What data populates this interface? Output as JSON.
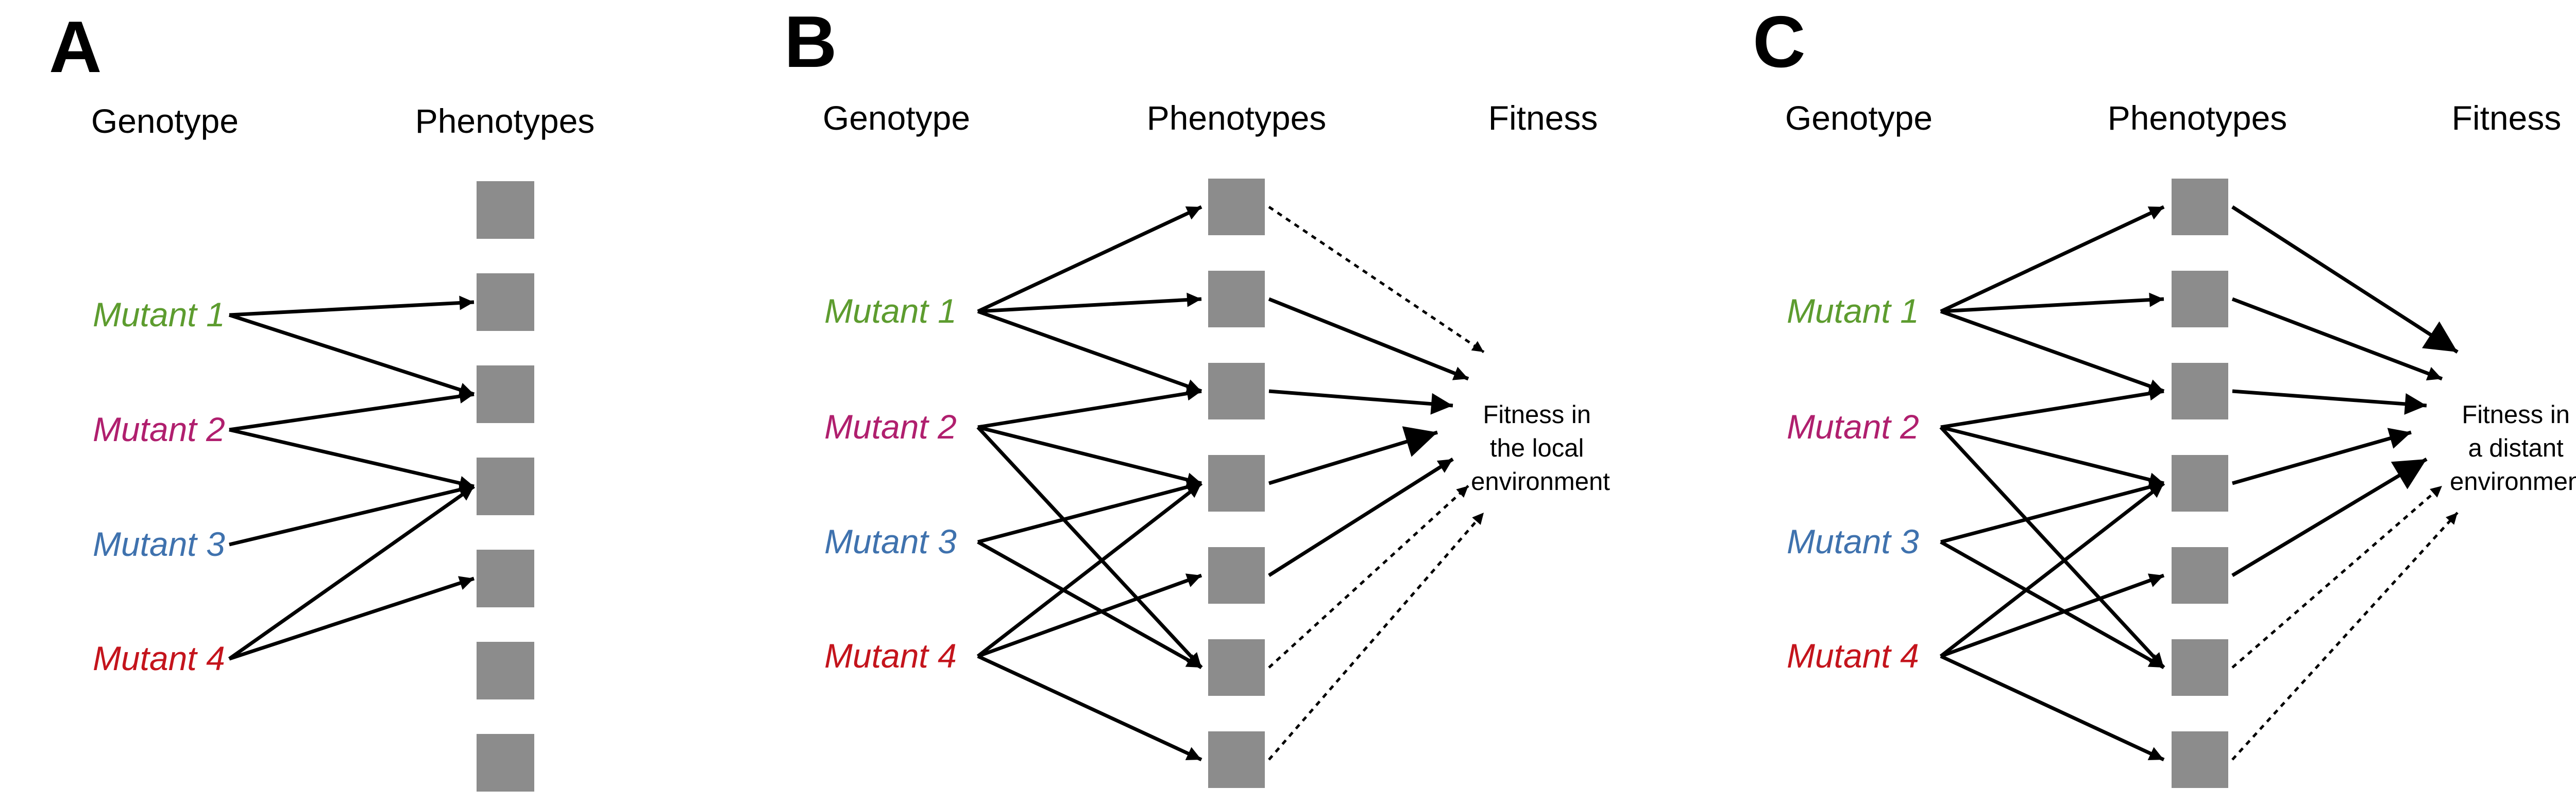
{
  "colors": {
    "mutant1": "#5d9c2f",
    "mutant2": "#b01f6e",
    "mutant3": "#3f72ae",
    "mutant4": "#c4141c",
    "phenotype_box": "#8c8c8c",
    "arrow": "#000000"
  },
  "panels": [
    {
      "letter": "A",
      "headers": {
        "genotype": "Genotype",
        "phenotypes": "Phenotypes"
      },
      "mutants": [
        "Mutant 1",
        "Mutant 2",
        "Mutant 3",
        "Mutant 4"
      ],
      "phenotype_count": 7,
      "edges": [
        [
          0,
          1
        ],
        [
          0,
          2
        ],
        [
          1,
          2
        ],
        [
          1,
          3
        ],
        [
          2,
          3
        ],
        [
          3,
          3
        ],
        [
          3,
          4
        ]
      ]
    },
    {
      "letter": "B",
      "headers": {
        "genotype": "Genotype",
        "phenotypes": "Phenotypes",
        "fitness": "Fitness"
      },
      "mutants": [
        "Mutant 1",
        "Mutant 2",
        "Mutant 3",
        "Mutant 4"
      ],
      "phenotype_count": 7,
      "edges": [
        [
          0,
          0
        ],
        [
          0,
          1
        ],
        [
          0,
          2
        ],
        [
          1,
          2
        ],
        [
          1,
          3
        ],
        [
          1,
          5
        ],
        [
          2,
          3
        ],
        [
          2,
          5
        ],
        [
          3,
          3
        ],
        [
          3,
          4
        ],
        [
          3,
          6
        ]
      ],
      "fitness_label": [
        "Fitness in",
        "the local",
        "environment"
      ],
      "fitness_links": [
        {
          "phenotype": 0,
          "style": "dotted",
          "weight": 1
        },
        {
          "phenotype": 1,
          "style": "solid",
          "weight": 1
        },
        {
          "phenotype": 2,
          "style": "solid",
          "weight": 2
        },
        {
          "phenotype": 3,
          "style": "solid",
          "weight": 3
        },
        {
          "phenotype": 4,
          "style": "solid",
          "weight": 1
        },
        {
          "phenotype": 5,
          "style": "dotted",
          "weight": 1
        },
        {
          "phenotype": 6,
          "style": "dotted",
          "weight": 1
        }
      ]
    },
    {
      "letter": "C",
      "headers": {
        "genotype": "Genotype",
        "phenotypes": "Phenotypes",
        "fitness": "Fitness"
      },
      "mutants": [
        "Mutant 1",
        "Mutant 2",
        "Mutant 3",
        "Mutant 4"
      ],
      "phenotype_count": 7,
      "edges": [
        [
          0,
          0
        ],
        [
          0,
          1
        ],
        [
          0,
          2
        ],
        [
          1,
          2
        ],
        [
          1,
          3
        ],
        [
          1,
          5
        ],
        [
          2,
          3
        ],
        [
          2,
          5
        ],
        [
          3,
          3
        ],
        [
          3,
          4
        ],
        [
          3,
          6
        ]
      ],
      "fitness_label": [
        "Fitness in",
        "a distant",
        "environment"
      ],
      "fitness_links": [
        {
          "phenotype": 0,
          "style": "solid",
          "weight": 3
        },
        {
          "phenotype": 1,
          "style": "solid",
          "weight": 1
        },
        {
          "phenotype": 2,
          "style": "solid",
          "weight": 2
        },
        {
          "phenotype": 3,
          "style": "solid",
          "weight": 2
        },
        {
          "phenotype": 4,
          "style": "solid",
          "weight": 3
        },
        {
          "phenotype": 5,
          "style": "dotted",
          "weight": 1
        },
        {
          "phenotype": 6,
          "style": "dotted",
          "weight": 1
        }
      ]
    }
  ]
}
